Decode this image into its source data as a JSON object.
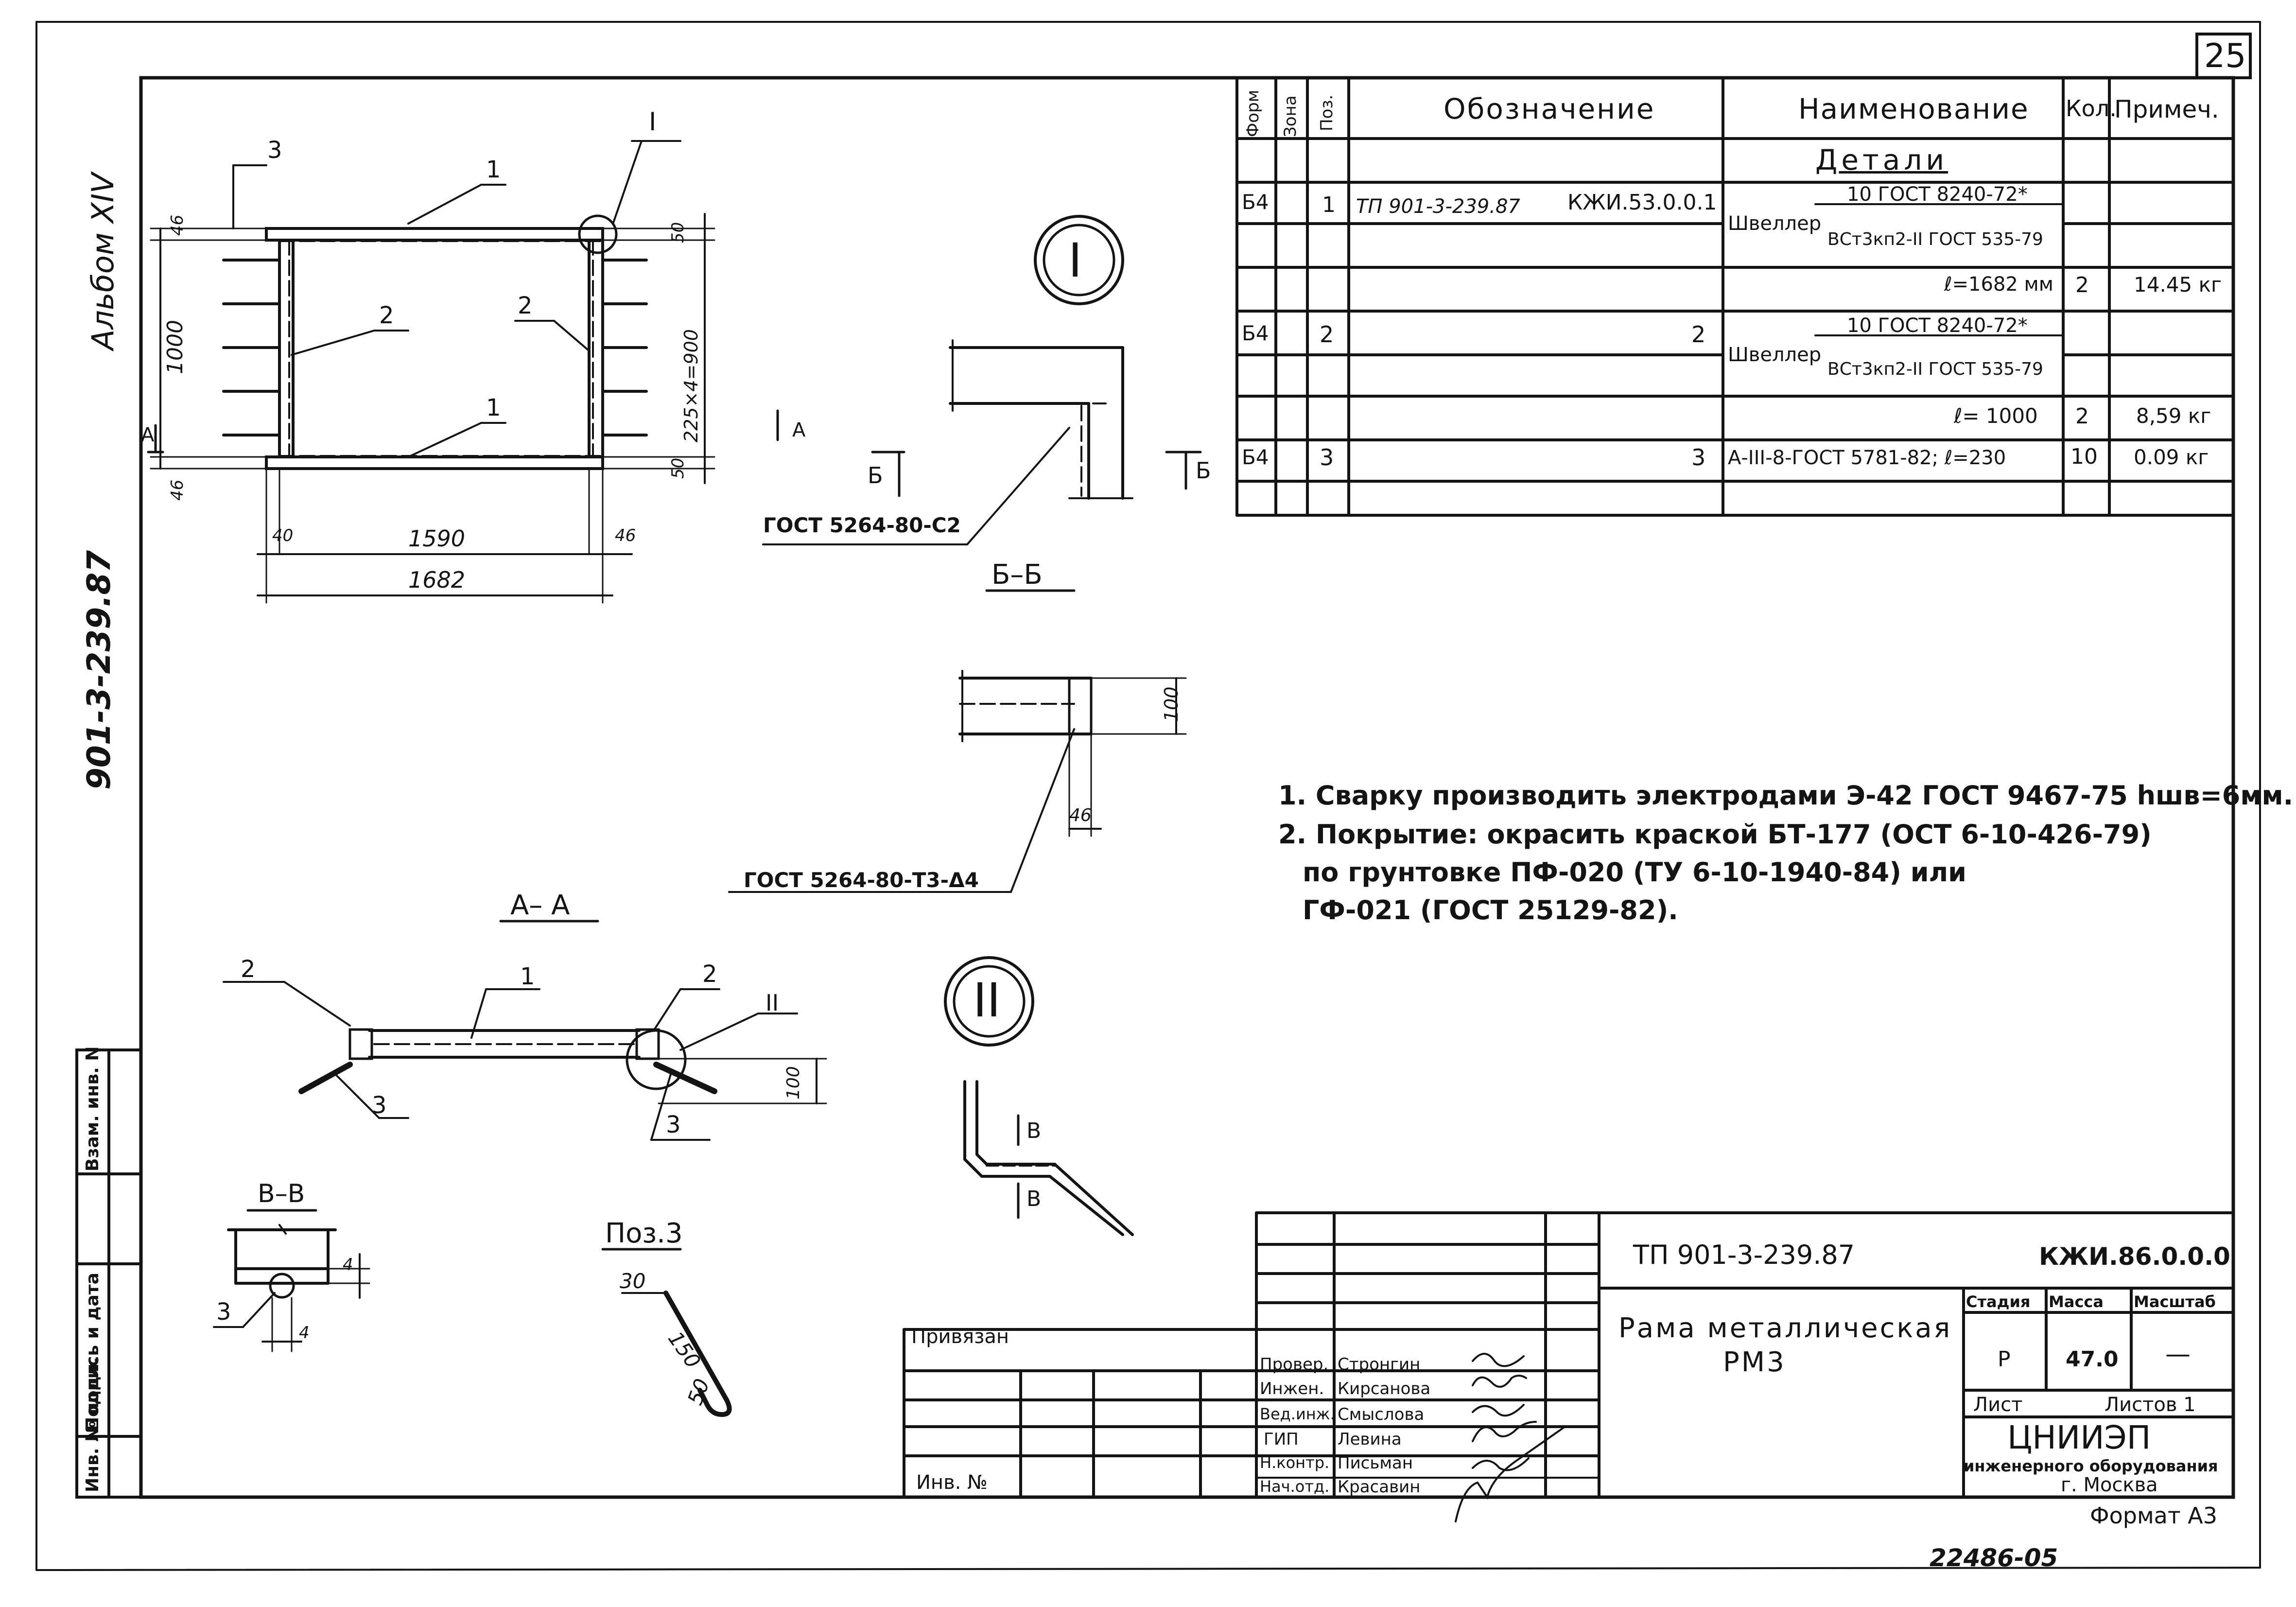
{
  "sheet_number": "25",
  "album": "Альбом XIV",
  "side_code": "901-3-239.87",
  "archive_number": "22486-05",
  "left_strip": [
    "Инв. № подл.",
    "Подпись и дата",
    "Взам. инв. N"
  ],
  "spec": {
    "headers": {
      "form": "Форм",
      "zone": "Зона",
      "pos": "Поз.",
      "designation": "Обозначение",
      "name": "Наименование",
      "qty": "Кол.",
      "note": "Примеч."
    },
    "section_title": "Детали",
    "rows": [
      {
        "form": "Б4",
        "pos": "1",
        "designation": "ТП 901-3-239.87",
        "designation_right": "КЖИ.53.0.0.1",
        "name": "Швеллер",
        "name_top": "10 ГОСТ 8240-72*",
        "name_bottom": "ВСт3кп2-II ГОСТ 535-79",
        "length": "ℓ=1682 мм",
        "qty": "2",
        "note": "14.45 кг"
      },
      {
        "form": "Б4",
        "pos": "2",
        "designation_right": "2",
        "name": "Швеллер",
        "name_top": "10 ГОСТ 8240-72*",
        "name_bottom": "ВСт3кп2-II ГОСТ 535-79",
        "length": "ℓ= 1000",
        "qty": "2",
        "note": "8,59 кг"
      },
      {
        "form": "Б4",
        "pos": "3",
        "designation_right": "3",
        "name": "А-III-8-ГОСТ 5781-82; ℓ=230",
        "qty": "10",
        "note": "0.09 кг"
      }
    ]
  },
  "notes": [
    "1. Сварку производить электродами Э-42 ГОСТ 9467-75 hшв=6мм.",
    "2. Покрытие: окрасить краской БТ-177 (ОСТ 6-10-426-79)",
    "по грунтовке ПФ-020 (ТУ 6-10-1940-84) или",
    "ГФ-021 (ГОСТ 25129-82)."
  ],
  "drawing": {
    "plan": {
      "dims": {
        "d46a": "46",
        "d1000": "1000",
        "d46b": "46",
        "d50a": "50",
        "d225": "225×4=900",
        "d50b": "50",
        "d40": "40",
        "d1590": "1590",
        "d46c": "46",
        "d1682": "1682"
      },
      "callouts": {
        "c3": "3",
        "c1a": "1",
        "c2a": "2",
        "c2b": "2",
        "c1b": "1",
        "cI": "I",
        "cA": "А"
      }
    },
    "node_I": {
      "mark": "I"
    },
    "section_bb": {
      "title": "Б–Б",
      "weld": "ГОСТ 5264-80-С2",
      "cut": "Б",
      "cut2": "Б",
      "cut_a": "А",
      "d100": "100",
      "d46": "46",
      "weld2": "ГОСТ 5264-80-Т3-Δ4"
    },
    "section_aa": {
      "title": "А– А",
      "c2a": "2",
      "c1": "1",
      "c2b": "2",
      "cII": "II",
      "c3a": "3",
      "c3b": "3",
      "d100": "100"
    },
    "node_II": {
      "mark": "II",
      "cut": "В",
      "cut2": "В"
    },
    "section_vv": {
      "title": "В–В",
      "c3": "3",
      "d4a": "4",
      "d4b": "4"
    },
    "pos3": {
      "title": "Поз.3",
      "d30": "30",
      "d150": "150",
      "d50": "50"
    }
  },
  "title_block": {
    "code_left": "ТП 901-3-239.87",
    "code_right": "КЖИ.86.0.0.0",
    "title_line1": "Рама металлическая",
    "title_line2": "РМ3",
    "stage_label": "Стадия",
    "mass_label": "Масса",
    "scale_label": "Масштаб",
    "stage": "Р",
    "mass": "47.0",
    "scale": "—",
    "sheet_label": "Лист",
    "sheets_label": "Листов 1",
    "org_line1": "ЦНИИЭП",
    "org_line2": "инженерного оборудования",
    "org_line3": "г. Москва",
    "format": "Формат А3",
    "bound": "Привязан",
    "inv": "Инв. №",
    "roles": [
      "Провер.",
      "Инжен.",
      "Вед.инж.",
      "ГИП",
      "Н.контр.",
      "Нач.отд."
    ],
    "names": [
      "Стронгин",
      "Кирсанова",
      "Смыслова",
      "Левина",
      "Письман",
      "Красавин"
    ]
  }
}
